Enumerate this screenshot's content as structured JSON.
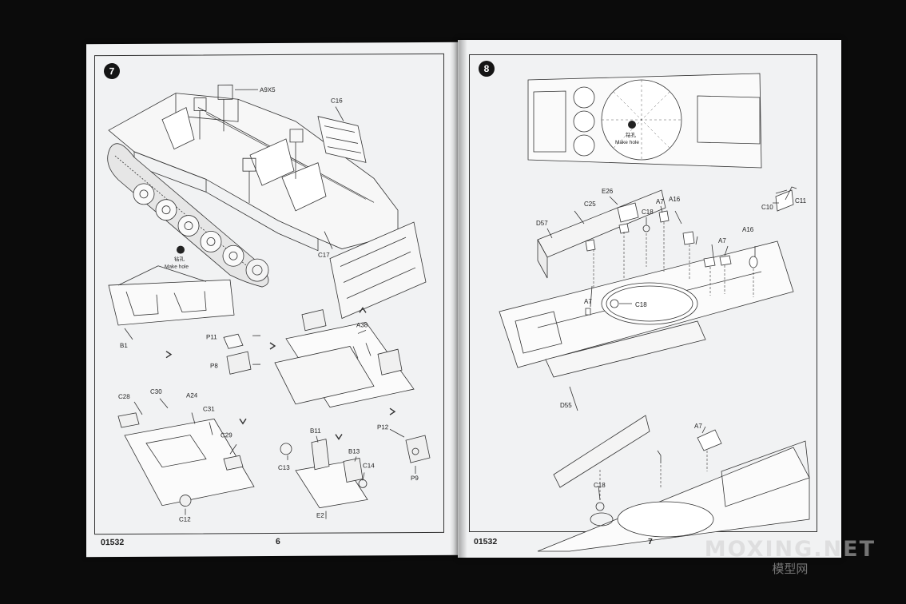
{
  "left_page": {
    "step_number": "7",
    "page_number": "6",
    "kit_number": "01532",
    "parts": {
      "a9x5": "A9X5",
      "c16": "C16",
      "c17": "C17",
      "b1": "B1",
      "p11": "P11",
      "p8": "P8",
      "a38": "A38",
      "c28": "C28",
      "c30": "C30",
      "a24": "A24",
      "c31": "C31",
      "c29": "C29",
      "c12": "C12",
      "b11": "B11",
      "c13": "C13",
      "b13": "B13",
      "c14": "C14",
      "e2": "E2",
      "p12": "P12",
      "p9": "P9"
    },
    "hole_cn": "钻孔",
    "hole_en": "Make hole"
  },
  "right_page": {
    "step_number": "8",
    "page_number": "7",
    "kit_number": "01532",
    "parts": {
      "e26": "E26",
      "c25": "C25",
      "d57": "D57",
      "a7_a": "A7",
      "c18_a": "C18",
      "a16_a": "A16",
      "c10": "C10",
      "c11": "C11",
      "a7_b": "A7",
      "a16_b": "A16",
      "a7_c": "A7",
      "c18_b": "C18",
      "d55": "D55",
      "a7_d": "A7",
      "c18_c": "C18"
    },
    "hole_cn": "钻孔",
    "hole_en": "Make hole"
  },
  "watermark": {
    "line1": "MOXING.NET",
    "line2": "模型网"
  }
}
